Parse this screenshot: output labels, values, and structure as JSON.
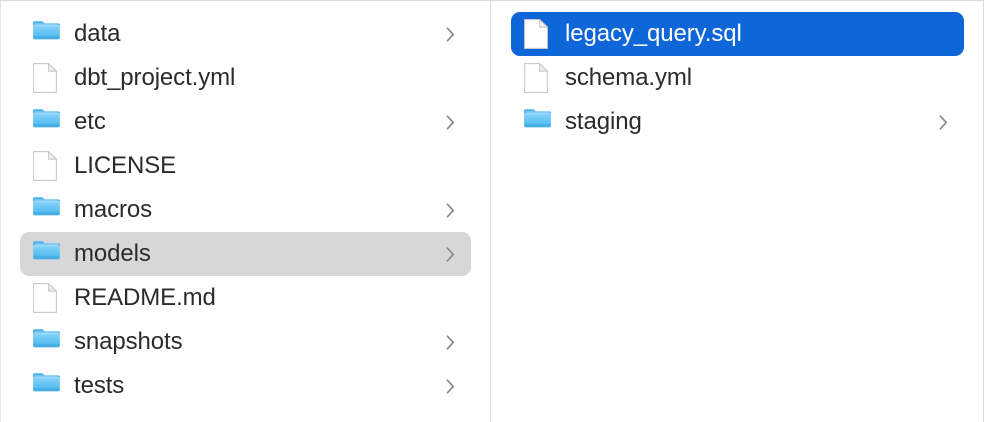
{
  "window": {
    "view": "column-view",
    "accent_selection_color": "#0f66d9",
    "inactive_selection_color": "#d7d7d7",
    "folder_icon_color": "#54bdf2",
    "text_color": "#2b2b2b",
    "selected_text_color": "#ffffff",
    "divider_color": "#dcdcdc"
  },
  "columns": [
    {
      "name": "project-root-column",
      "items": [
        {
          "label": "data",
          "kind": "folder",
          "icon": "folder-icon",
          "has_chevron": true,
          "selected": false,
          "selection_style": "none"
        },
        {
          "label": "dbt_project.yml",
          "kind": "file",
          "icon": "document-icon",
          "has_chevron": false,
          "selected": false,
          "selection_style": "none"
        },
        {
          "label": "etc",
          "kind": "folder",
          "icon": "folder-icon",
          "has_chevron": true,
          "selected": false,
          "selection_style": "none"
        },
        {
          "label": "LICENSE",
          "kind": "file",
          "icon": "document-icon",
          "has_chevron": false,
          "selected": false,
          "selection_style": "none"
        },
        {
          "label": "macros",
          "kind": "folder",
          "icon": "folder-icon",
          "has_chevron": true,
          "selected": false,
          "selection_style": "none"
        },
        {
          "label": "models",
          "kind": "folder",
          "icon": "folder-icon",
          "has_chevron": true,
          "selected": true,
          "selection_style": "inactive"
        },
        {
          "label": "README.md",
          "kind": "file",
          "icon": "document-icon",
          "has_chevron": false,
          "selected": false,
          "selection_style": "none"
        },
        {
          "label": "snapshots",
          "kind": "folder",
          "icon": "folder-icon",
          "has_chevron": true,
          "selected": false,
          "selection_style": "none"
        },
        {
          "label": "tests",
          "kind": "folder",
          "icon": "folder-icon",
          "has_chevron": true,
          "selected": false,
          "selection_style": "none"
        }
      ]
    },
    {
      "name": "models-folder-column",
      "items": [
        {
          "label": "legacy_query.sql",
          "kind": "file",
          "icon": "document-icon",
          "has_chevron": false,
          "selected": true,
          "selection_style": "active"
        },
        {
          "label": "schema.yml",
          "kind": "file",
          "icon": "document-icon",
          "has_chevron": false,
          "selected": false,
          "selection_style": "none"
        },
        {
          "label": "staging",
          "kind": "folder",
          "icon": "folder-icon",
          "has_chevron": true,
          "selected": false,
          "selection_style": "none"
        }
      ]
    }
  ]
}
